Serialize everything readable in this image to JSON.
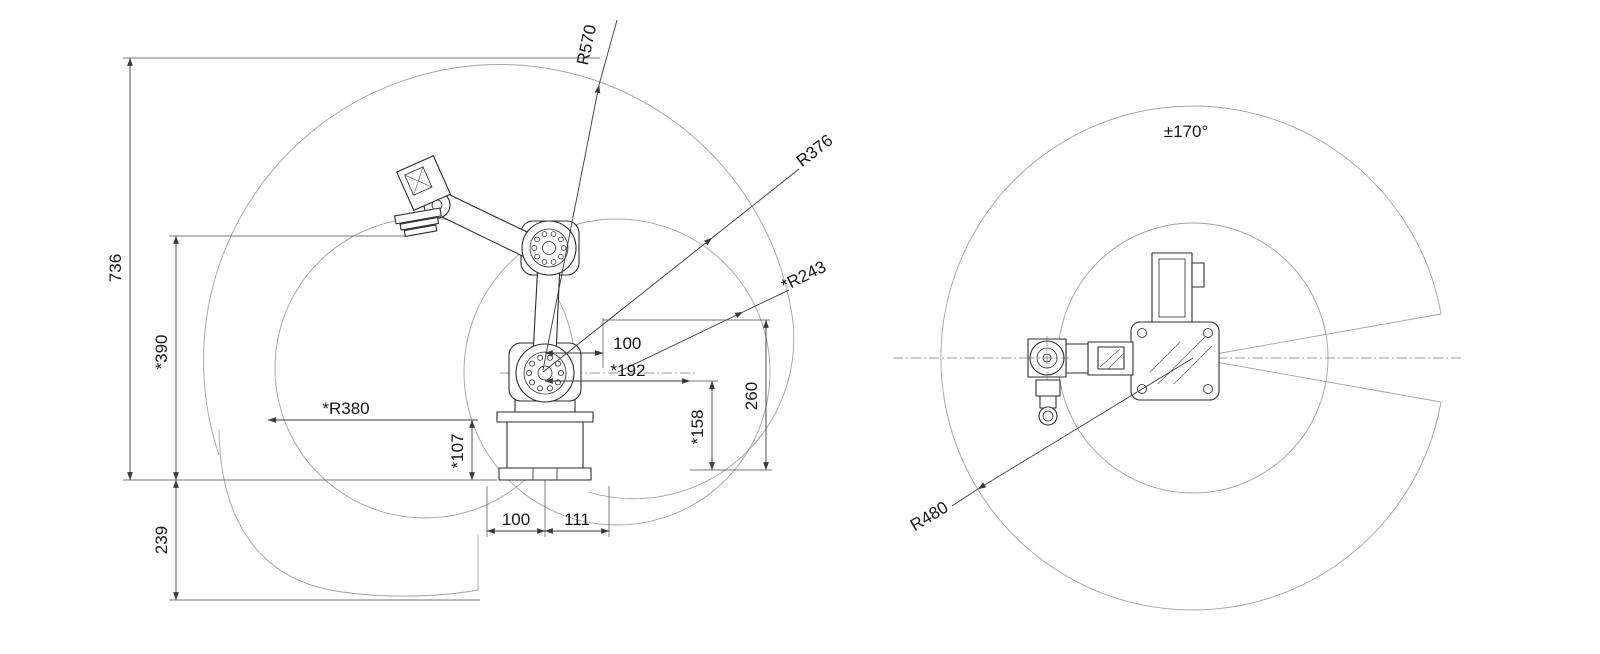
{
  "drawing": {
    "type": "engineering-dimension-drawing",
    "subject": "robot-arm-work-envelope",
    "background": "#ffffff",
    "colors": {
      "main_line": "#2d2d2d",
      "envelope_line": "#a3a3a3",
      "dimension_line": "#3a3a3a"
    },
    "side_view": {
      "dims": {
        "height_total": "736",
        "height_wrist": "*390",
        "depth_below_base": "239",
        "reach_max": "R570",
        "reach_mid": "R376",
        "reach_inner": "*R243",
        "offset_top": "100",
        "offset_arm": "*192",
        "height_260": "260",
        "height_158": "*158",
        "radius_min": "*R380",
        "height_107": "*107",
        "base_front": "100",
        "base_rear": "111"
      }
    },
    "top_view": {
      "dims": {
        "rotation_range": "±170°",
        "reach_radius": "R480"
      }
    }
  }
}
